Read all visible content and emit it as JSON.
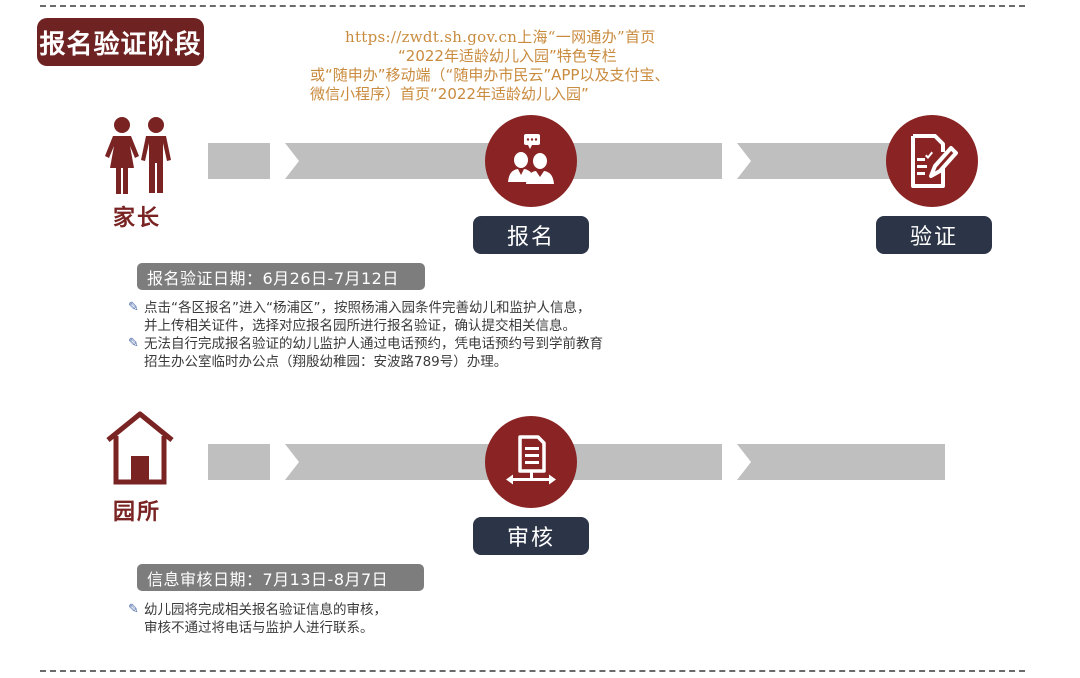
{
  "stage_title": "报名验证阶段",
  "url_block": {
    "lines": [
      "https://zwdt.sh.gov.cn上海“一网通办”首页",
      "“2022年适龄幼儿入园”特色专栏",
      "或“随申办”移动端（“随申办市民云”APP以及支付宝、",
      "微信小程序）首页“2022年适龄幼儿入园”"
    ]
  },
  "parent_row": {
    "actor_icon": "parents-icon",
    "actor_label": "家长",
    "steps": [
      {
        "label": "报名",
        "icon": "people-chat-icon"
      },
      {
        "label": "验证",
        "icon": "document-sign-icon"
      }
    ],
    "date_pill": "报名验证日期：6月26日-7月12日",
    "notes": [
      [
        "点击“各区报名”进入“杨浦区”，按照杨浦入园条件完善幼儿和监护人信息，",
        "并上传相关证件，选择对应报名园所进行报名验证，确认提交相关信息。"
      ],
      [
        "无法自行完成报名验证的幼儿监护人通过电话预约，凭电话预约号到学前教育",
        "招生办公室临时办公点（翔殷幼稚园：安波路789号）办理。"
      ]
    ]
  },
  "school_row": {
    "actor_icon": "house-icon",
    "actor_label": "园所",
    "steps": [
      {
        "label": "审核",
        "icon": "document-review-icon"
      }
    ],
    "date_pill": "信息审核日期：7月13日-8月7日",
    "notes": [
      [
        "幼儿园将完成相关报名验证信息的审核，",
        "审核不通过将电话与监护人进行联系。"
      ]
    ]
  },
  "colors": {
    "brand_red": "#8a2424",
    "title_bg": "#6e2222",
    "label_navy": "#2c3447",
    "bar_gray": "#bfbfbf",
    "url_orange": "#c98b3e",
    "pill_gray": "#7d7d7d"
  }
}
